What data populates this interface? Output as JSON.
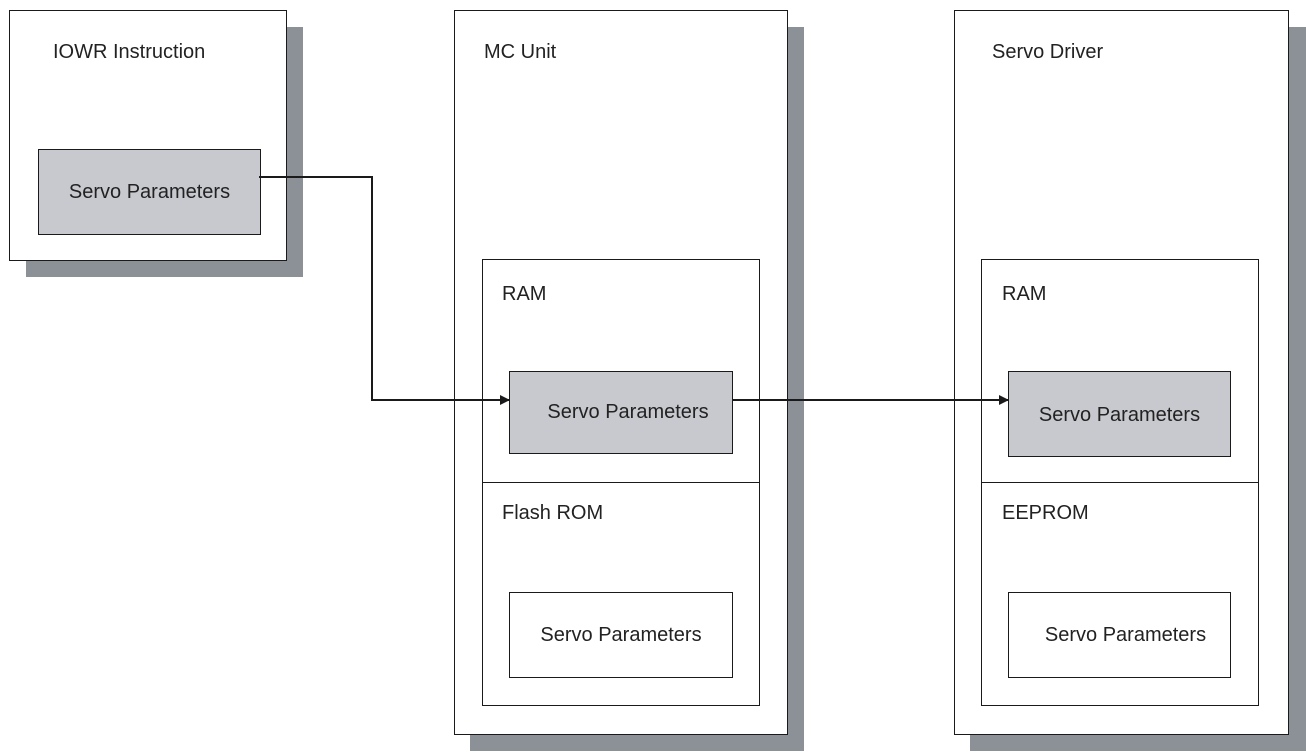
{
  "iowr_block": {
    "title": "IOWR Instruction",
    "params": "Servo Parameters"
  },
  "mc_unit": {
    "title": "MC Unit",
    "ram_label": "RAM",
    "ram_params": "Servo Parameters",
    "rom_label": "Flash ROM",
    "rom_params": "Servo Parameters"
  },
  "servo_driver": {
    "title": "Servo Driver",
    "ram_label": "RAM",
    "ram_params": "Servo Parameters",
    "rom_label": "EEPROM",
    "rom_params": "Servo Parameters"
  },
  "colors": {
    "shadow": "#8c9197",
    "highlight_fill": "#c8c9ce",
    "line": "#1a1a1a"
  }
}
